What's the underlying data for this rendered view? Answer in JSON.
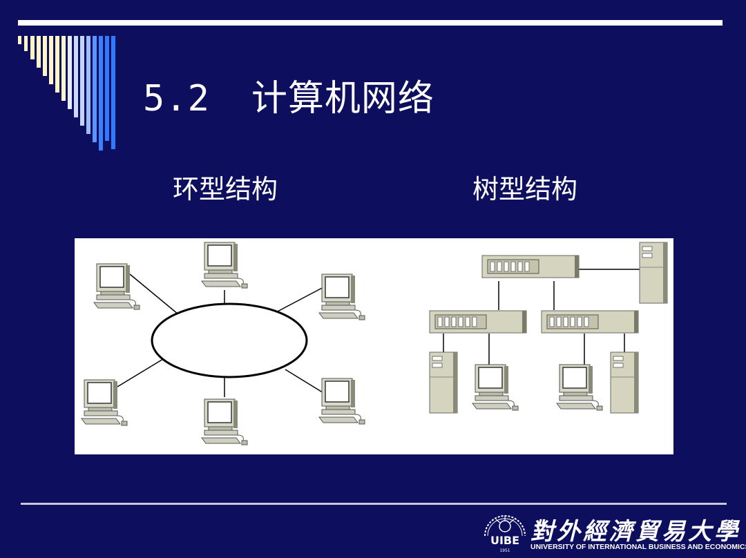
{
  "slide": {
    "number": "5.2",
    "title": "计算机网络",
    "left_caption": "环型结构",
    "right_caption": "树型结构"
  },
  "ring_topology": {
    "node_count": 6,
    "node_icon": "desktop-computer-icon",
    "hub_shape": "ring-ellipse"
  },
  "tree_topology": {
    "hubs": 3,
    "servers": 3,
    "workstations": 2,
    "hub_icon": "network-hub-icon",
    "server_icon": "tower-server-icon",
    "workstation_icon": "desktop-computer-icon"
  },
  "footer": {
    "logo_abbr": "UIBE",
    "logo_year": "1951",
    "university_cn": "對外經濟貿易大學",
    "university_en": "UNIVERSITY OF INTERNATIONAL BUSINESS AND ECONOMICS"
  },
  "colors": {
    "background": "#0e0e5e",
    "text": "#ffffff",
    "accent_blue": "#2f80ff",
    "accent_cream": "#fff6c8"
  }
}
